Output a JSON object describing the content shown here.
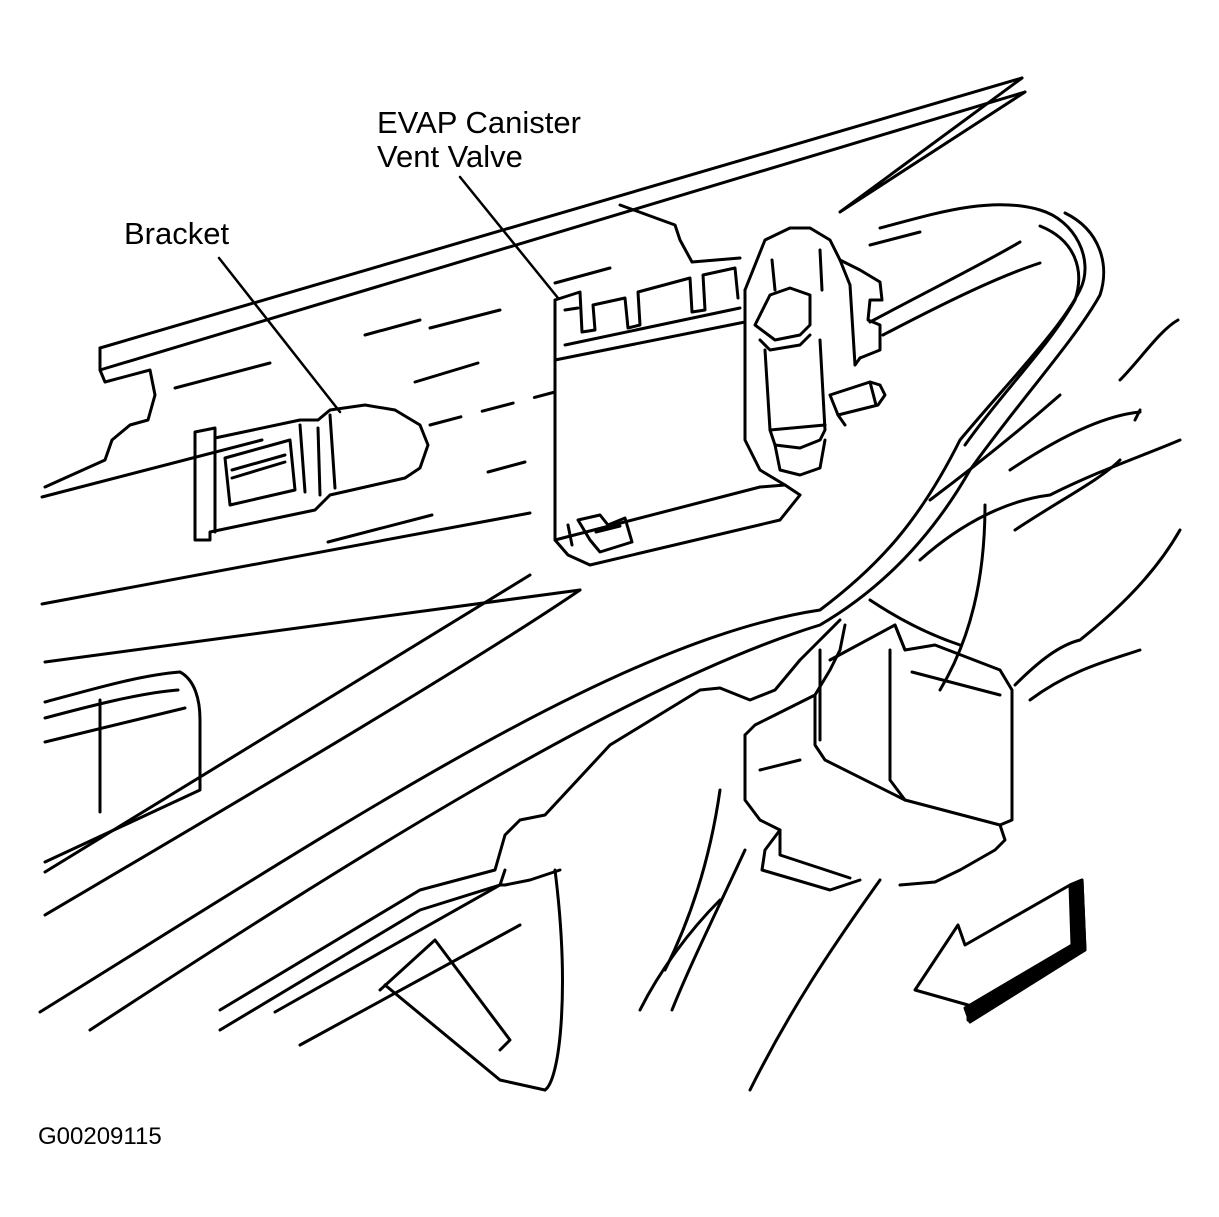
{
  "labels": {
    "evap_line1": "EVAP Canister",
    "evap_line2": "Vent Valve",
    "bracket": "Bracket",
    "figure_id": "G00209115"
  },
  "colors": {
    "line": "#000000",
    "background": "#ffffff"
  }
}
